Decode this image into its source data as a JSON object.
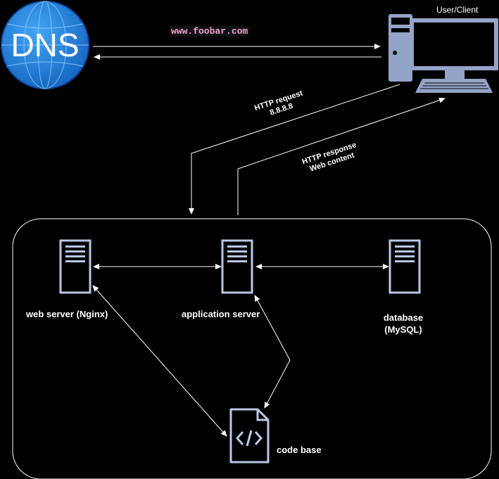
{
  "dns": {
    "label": "DNS"
  },
  "request_url": "www.foobar.com",
  "user_client": {
    "label": "User/Client"
  },
  "http_request": {
    "line1": "HTTP request",
    "line2": "8.8.8.8"
  },
  "http_response": {
    "line1": "HTTP response",
    "line2": "Web content"
  },
  "nodes": {
    "web_server": "web server (Nginx)",
    "app_server": "application server",
    "database_line1": "database",
    "database_line2": "(MySQL)",
    "code_base": "code base"
  },
  "colors": {
    "background": "#000000",
    "line": "#ffffff",
    "server_icon": "#b8c8e6",
    "dns_globe": "#1e88e5",
    "monitor": "#94a3c8",
    "url_text": "#f5a3d0"
  }
}
